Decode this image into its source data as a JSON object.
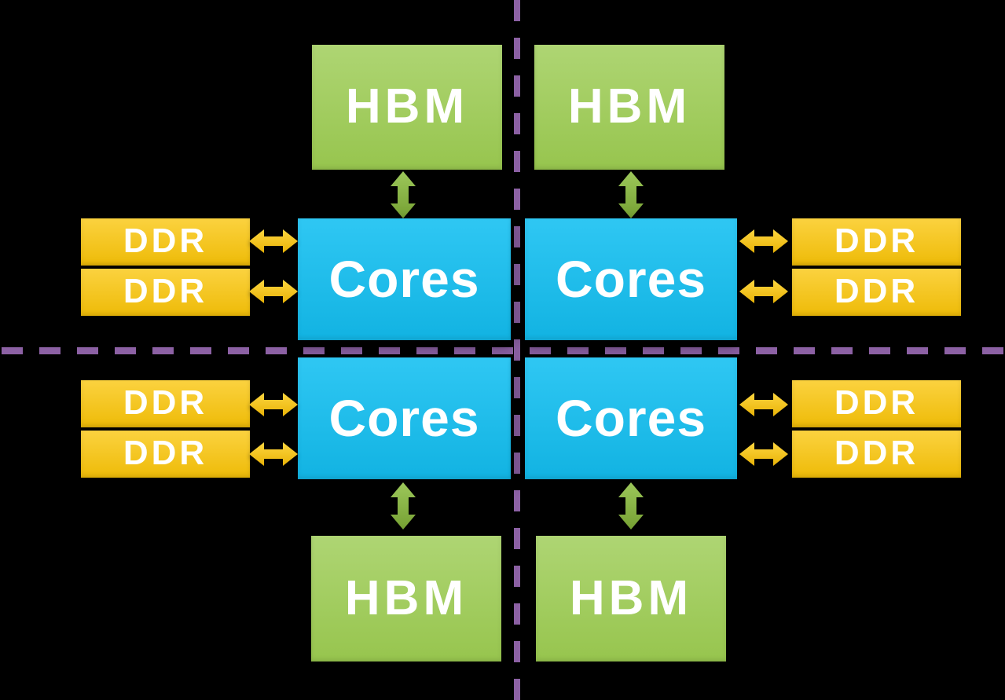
{
  "diagram": {
    "description": "Processor package diagram: four quadrants separated by dashed divider lines; each quadrant has a Cores tile connected to one HBM block and two DDR blocks by double-headed arrows",
    "colors": {
      "background": "#000000",
      "divider": "#8c61a4",
      "hbm_top": "#aed573",
      "hbm_bottom": "#97c54e",
      "cores_top": "#2fc7f3",
      "cores_bottom": "#12b3e2",
      "ddr_top": "#fbd23f",
      "ddr_bottom": "#eebb08",
      "arrow_green": "#86b23e",
      "arrow_yellow": "#f6c414",
      "text": "#ffffff"
    },
    "icons": {
      "vertical_link": "double-arrow-vertical-icon",
      "horizontal_link": "double-arrow-horizontal-icon"
    },
    "quadrants": [
      {
        "position": "top-left",
        "hbm_label": "HBM",
        "cores_label": "Cores",
        "ddr_labels": [
          "DDR",
          "DDR"
        ]
      },
      {
        "position": "top-right",
        "hbm_label": "HBM",
        "cores_label": "Cores",
        "ddr_labels": [
          "DDR",
          "DDR"
        ]
      },
      {
        "position": "bottom-left",
        "hbm_label": "HBM",
        "cores_label": "Cores",
        "ddr_labels": [
          "DDR",
          "DDR"
        ]
      },
      {
        "position": "bottom-right",
        "hbm_label": "HBM",
        "cores_label": "Cores",
        "ddr_labels": [
          "DDR",
          "DDR"
        ]
      }
    ]
  }
}
